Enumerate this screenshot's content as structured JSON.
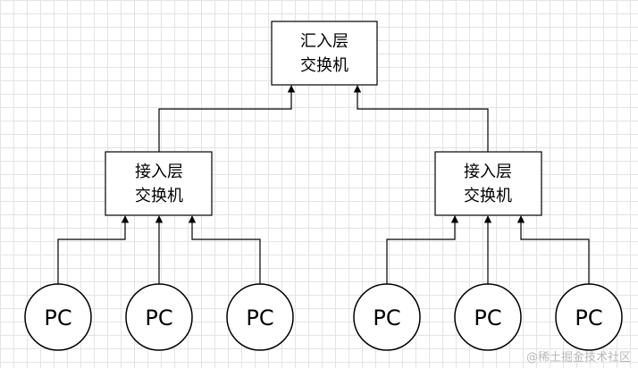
{
  "nodes": {
    "aggregation": {
      "line1": "汇入层",
      "line2": "交换机"
    },
    "access_left": {
      "line1": "接入层",
      "line2": "交换机"
    },
    "access_right": {
      "line1": "接入层",
      "line2": "交换机"
    }
  },
  "pcs": [
    "PC",
    "PC",
    "PC",
    "PC",
    "PC",
    "PC"
  ],
  "watermark": "@稀土掘金技术社区"
}
